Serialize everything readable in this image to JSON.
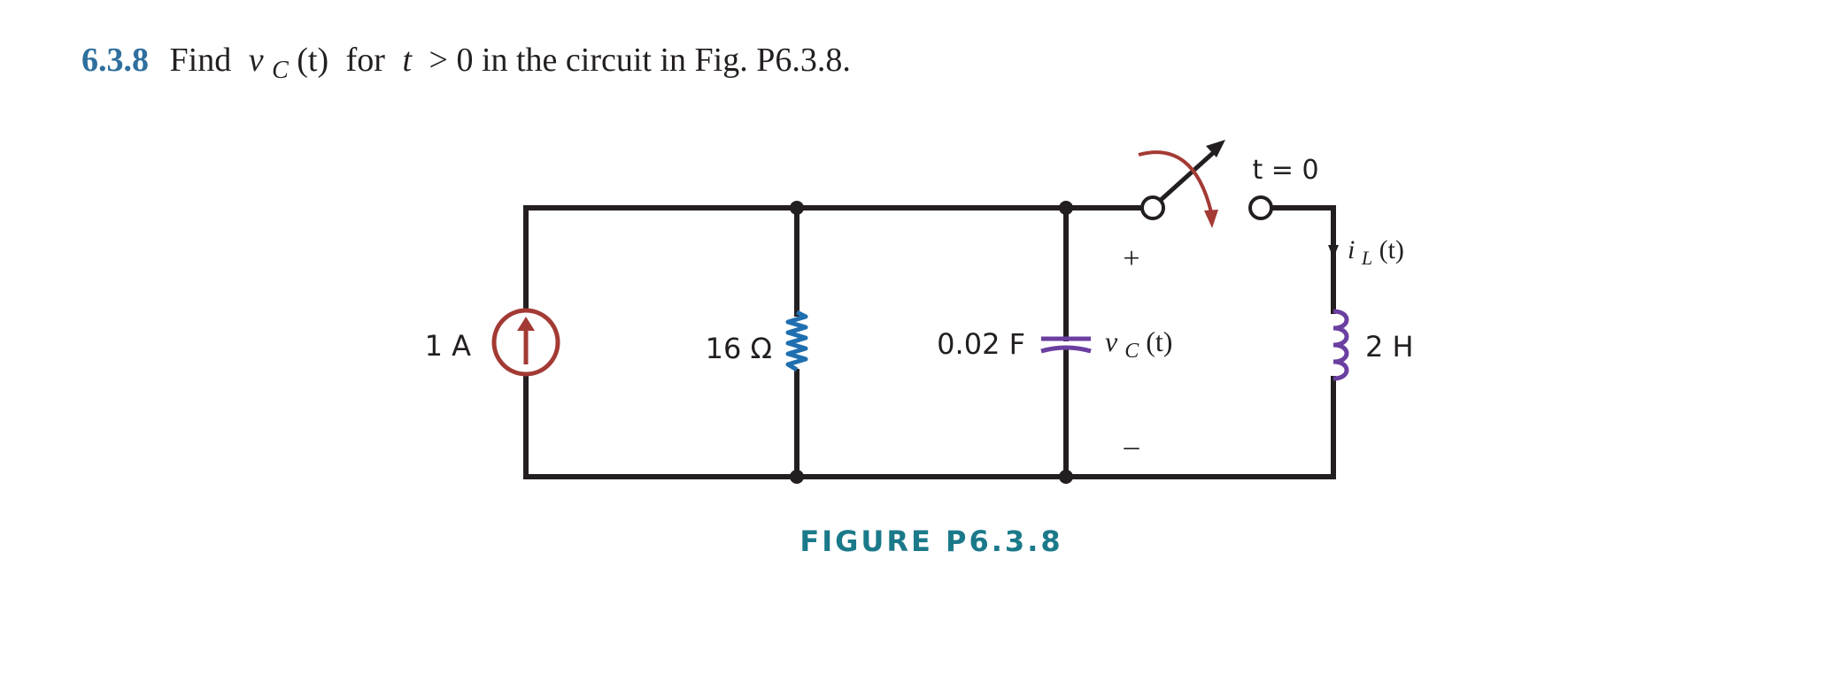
{
  "problem": {
    "number": "6.3.8",
    "text_find": "Find",
    "v_symbol": "v",
    "v_sub": "C",
    "of_t": "(t)",
    "text_for": "for",
    "t_symbol": "t",
    "text_condition": "> 0 in the circuit in Fig. P6.3.8."
  },
  "circuit": {
    "source_label": "1 A",
    "resistor_label": "16 Ω",
    "capacitor_label": "0.02 F",
    "inductor_label": "2 H",
    "switch_time": "t = 0",
    "plus_sign": "+",
    "minus_sign": "–",
    "vc_symbol": "v",
    "vc_sub": "C",
    "vc_arg": "(t)",
    "il_symbol": "i",
    "il_sub": "L",
    "il_arg": "(t)"
  },
  "caption": "FIGURE P6.3.8",
  "colors": {
    "problem_number": "#2e6f9e",
    "caption": "#1b7a8a",
    "wire": "#231f20",
    "current_source": "#a33a34",
    "resistor": "#1f6fb0",
    "capacitor": "#6a3fa0",
    "inductor": "#6a3fa0",
    "switch_arrow": "#a33a34"
  }
}
